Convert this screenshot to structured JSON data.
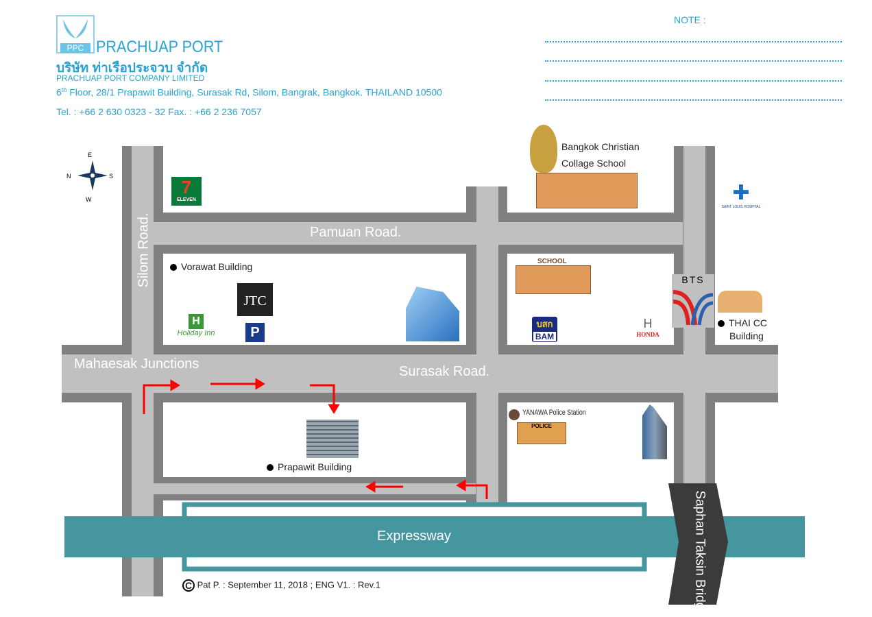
{
  "header": {
    "logo_text": "PPC",
    "company_name": "PRACHUAP PORT",
    "thai_name": "บริษัท ท่าเรือประจวบ จำกัด",
    "company_full": "PRACHUAP PORT COMPANY LIMITED",
    "address_sup": "6",
    "address_th": "th",
    "address": " Floor,  28/1 Prapawit Building, Surasak Rd, Silom, Bangrak, Bangkok. THAILAND 10500",
    "contact": "Tel. : +66 2 630 0323 - 32 Fax. : +66 2 236 7057"
  },
  "note": {
    "label": "NOTE  :"
  },
  "compass": {
    "e": "E",
    "n": "N",
    "s": "S",
    "w": "W"
  },
  "roads": {
    "silom": "Silom Road.",
    "pamuan": "Pamuan Road.",
    "surasak": "Surasak Road.",
    "mahaesak": "Mahaesak Junctions",
    "expressway": "Expressway",
    "bridge": "Saphan Taksin Bridge"
  },
  "places": {
    "bcc_line1": "Bangkok Christian",
    "bcc_line2": "Collage School",
    "vorawat": "Vorawat Building",
    "prapawit": "Prapawit Building",
    "thaicc_line1": "THAI CC",
    "thaicc_line2": "Building",
    "police": "YANAWA Police Station",
    "school": "SCHOOL",
    "police_sign": "POLICE",
    "jtc": "JTC",
    "parking": "P",
    "holiday": "Holiday Inn",
    "bam_th": "บสก",
    "bam": "BAM",
    "honda": "HONDA",
    "bts": "BTS",
    "seven": "7",
    "seven_sub": "ELEVEN",
    "hospital": "SAINT LOUIS HOSPITAL"
  },
  "footer": {
    "copyright": "Pat P. : September 11, 2018 ; ENG V1. : Rev.1"
  },
  "colors": {
    "accent": "#29a3d6",
    "road": "#c0c0c0",
    "road_edge": "#808080",
    "expressway": "#45969e",
    "route": "#ff0000"
  }
}
